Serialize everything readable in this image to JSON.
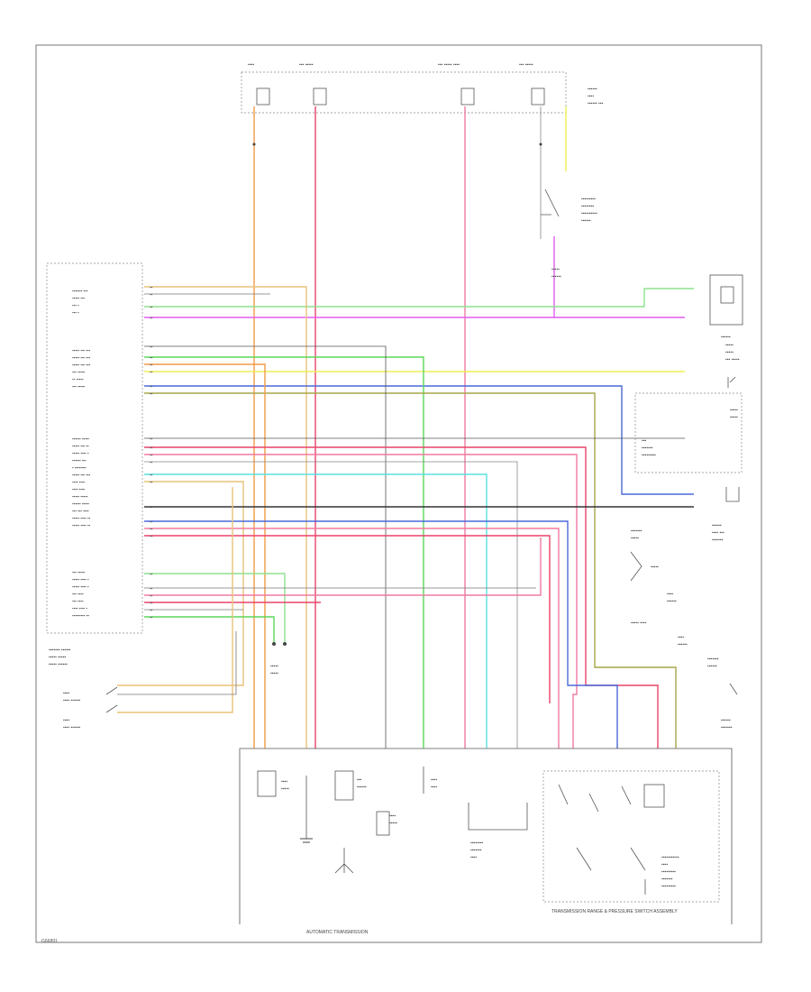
{
  "diagram": {
    "footer_label": "AUTOMATIC TRANSMISSION",
    "tcm_label": "TRANSMISSION RANGE & PRESSURE SWITCH ASSEMBLY",
    "page_id": "G66891"
  },
  "colors": {
    "orange": "#f29a45",
    "red": "#e8436a",
    "pink": "#f07aa0",
    "violet": "#e15cf0",
    "green": "#5ad75a",
    "lightgreen": "#8ee08e",
    "yellow": "#eeee55",
    "blue": "#4a68d8",
    "olive": "#a6a64a",
    "cyan": "#5ae0e0",
    "tan": "#e8c27a",
    "gray": "#555555",
    "black": "#333333"
  }
}
